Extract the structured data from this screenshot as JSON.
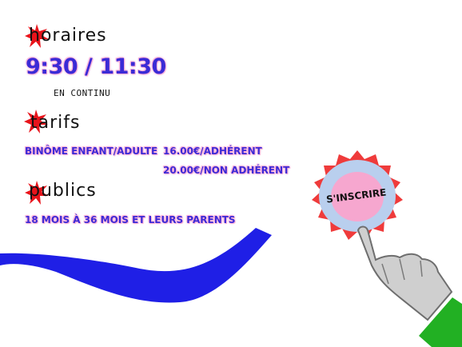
{
  "horaires": {
    "heading": "horaires",
    "time": "9:30 / 11:30",
    "note": "EN CONTINU"
  },
  "tarifs": {
    "heading": "tarifs",
    "label": "BINÔME ENFANT/ADULTE",
    "price_member": "16.00€/ADHÉRENT",
    "price_non_member": "20.00€/NON ADHÉRENT"
  },
  "publics": {
    "heading": "publics",
    "text": "18 MOIS À 36 MOIS ET LEURS PARENTS"
  },
  "cta": {
    "label": "S'INSCRIRE"
  },
  "colors": {
    "accent": "#3b2bd6",
    "highlight": "#ffb3da",
    "star_red": "#e8141b",
    "wave_blue": "#1f1fe6",
    "sleeve_green": "#22b023"
  },
  "icons": [
    "star-burst-icon",
    "wave-decoration",
    "pointing-hand-icon"
  ]
}
